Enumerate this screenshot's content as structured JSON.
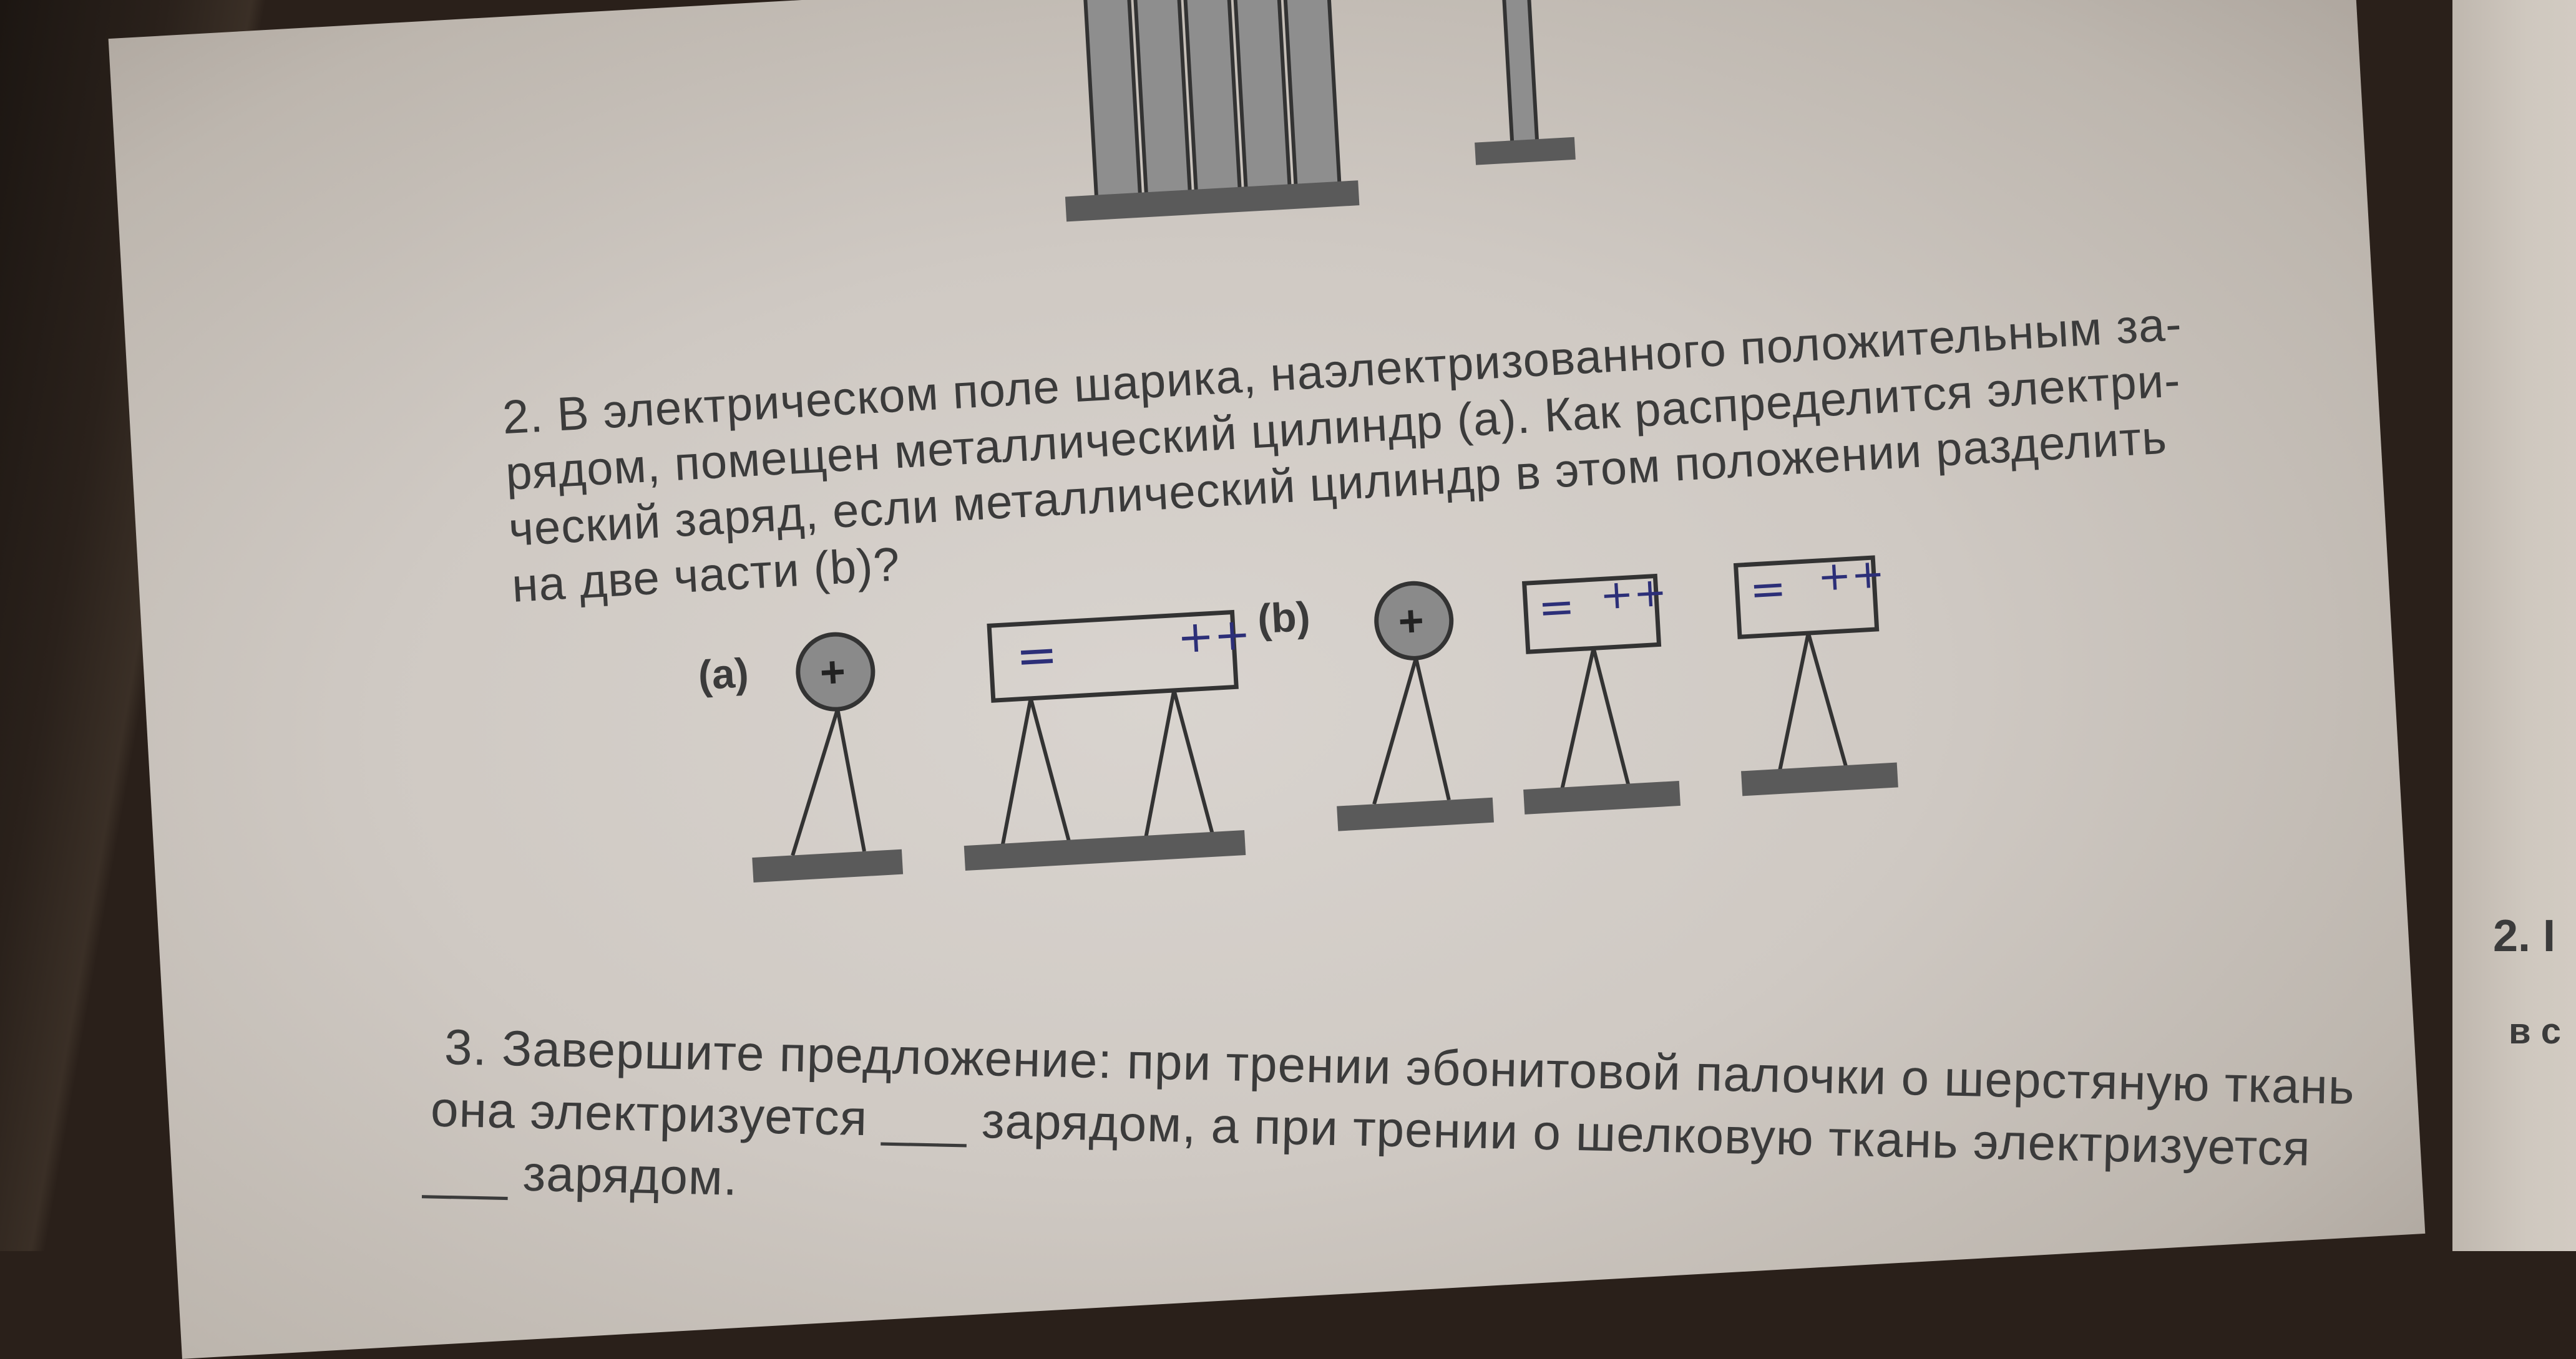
{
  "question2": {
    "lines": [
      "2. В электрическом поле шарика, наэлектризованного положительным за-",
      "рядом, помещен металлический цилиндр (a). Как распределится электри-",
      "ческий заряд, если металлический цилиндр в этом положении разделить",
      "на две части (b)?"
    ]
  },
  "figure": {
    "label_a": "(a)",
    "label_b": "(b)",
    "ball_sign": "+",
    "handwritten_cylinder_a": {
      "left": "=",
      "right": "++"
    },
    "handwritten_cylinder_b1": {
      "left": "=",
      "right": "++"
    },
    "handwritten_cylinder_b2": {
      "left": "=",
      "right": "++"
    }
  },
  "question3": {
    "lines": [
      "3. Завершите предложение: при трении эбонитовой палочки о шерстяную ткань",
      "она электризуется ___ зарядом, а при трении о шелковую ткань электризуется",
      "___ зарядом."
    ]
  },
  "adjacent_page": {
    "fragment1": "2. I",
    "fragment2": "в с"
  }
}
